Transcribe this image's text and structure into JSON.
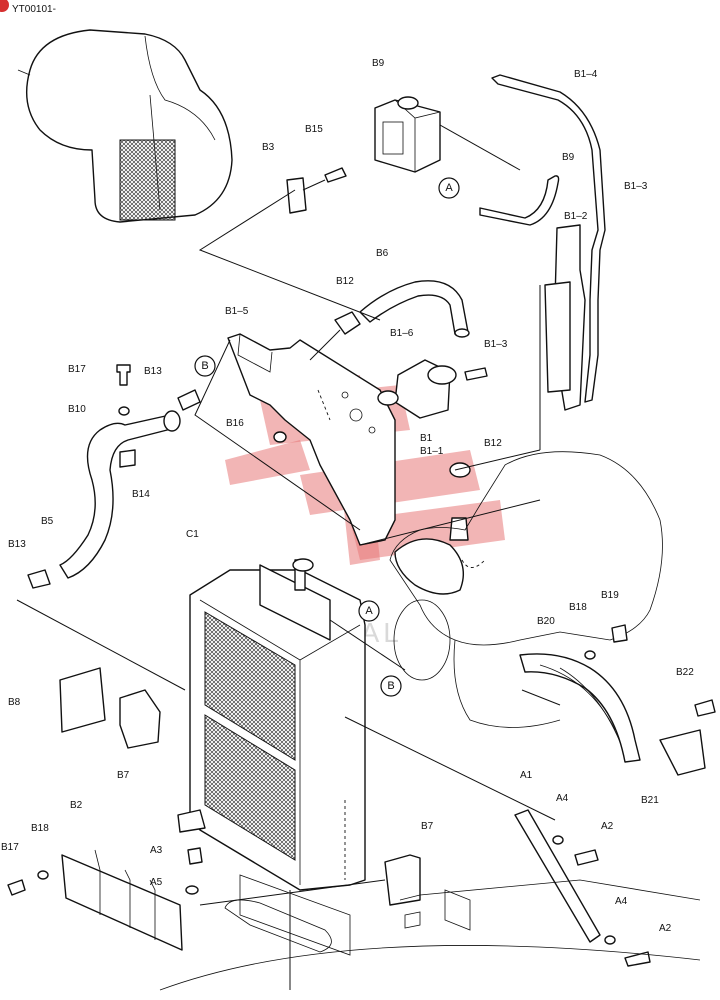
{
  "header": {
    "code": "YT00101-"
  },
  "watermark": {
    "text": "DIGITAL",
    "color": "#e87878"
  },
  "callouts": {
    "a1": "A",
    "a2": "A",
    "b1": "B",
    "b2": "B"
  },
  "labels": {
    "B9": "B9",
    "B1_4": "B1–4",
    "B15": "B15",
    "B3": "B3",
    "B9b": "B9",
    "B1_3a": "B1–3",
    "B1_2": "B1–2",
    "B6": "B6",
    "B12a": "B12",
    "B1_5": "B1–5",
    "B1_6": "B1–6",
    "B1_3b": "B1–3",
    "B17a": "B17",
    "B13a": "B13",
    "B10": "B10",
    "B16": "B16",
    "B1": "B1",
    "B1_1": "B1–1",
    "B12b": "B12",
    "B14": "B14",
    "B5": "B5",
    "B13b": "B13",
    "C1": "C1",
    "B8": "B8",
    "B7a": "B7",
    "B20": "B20",
    "B18a": "B18",
    "B19": "B19",
    "B22": "B22",
    "B21": "B21",
    "A1": "A1",
    "A4a": "A4",
    "A2a": "A2",
    "B2": "B2",
    "B18b": "B18",
    "B17b": "B17",
    "A3": "A3",
    "A5": "A5",
    "B7b": "B7",
    "A4b": "A4",
    "A2b": "A2"
  }
}
